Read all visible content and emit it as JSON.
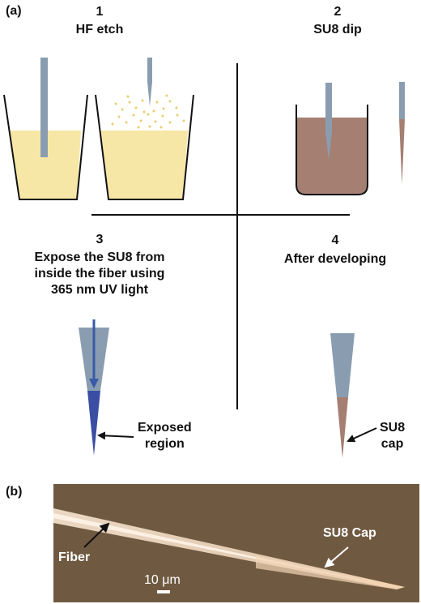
{
  "panel_a": {
    "tag": "(a)",
    "steps": [
      {
        "number": "1",
        "title": "HF etch"
      },
      {
        "number": "2",
        "title": "SU8 dip"
      },
      {
        "number": "3",
        "title_lines": [
          "Expose the SU8 from",
          "inside the fiber using",
          "365 nm UV light"
        ]
      },
      {
        "number": "4",
        "title": "After developing"
      }
    ],
    "callouts": {
      "exposed": [
        "Exposed",
        "region"
      ],
      "su8_cap": [
        "SU8",
        "cap"
      ]
    }
  },
  "panel_b": {
    "tag": "(b)",
    "fiber_label": "Fiber",
    "cap_label": "SU8 Cap",
    "scale_bar": "10 μm"
  },
  "colors": {
    "etchant": "#f7e7a6",
    "fiber": "#8a9db0",
    "su8": "#a57f72",
    "exposed": "#3a4fa3",
    "photo_bg": "#6f5a41"
  }
}
